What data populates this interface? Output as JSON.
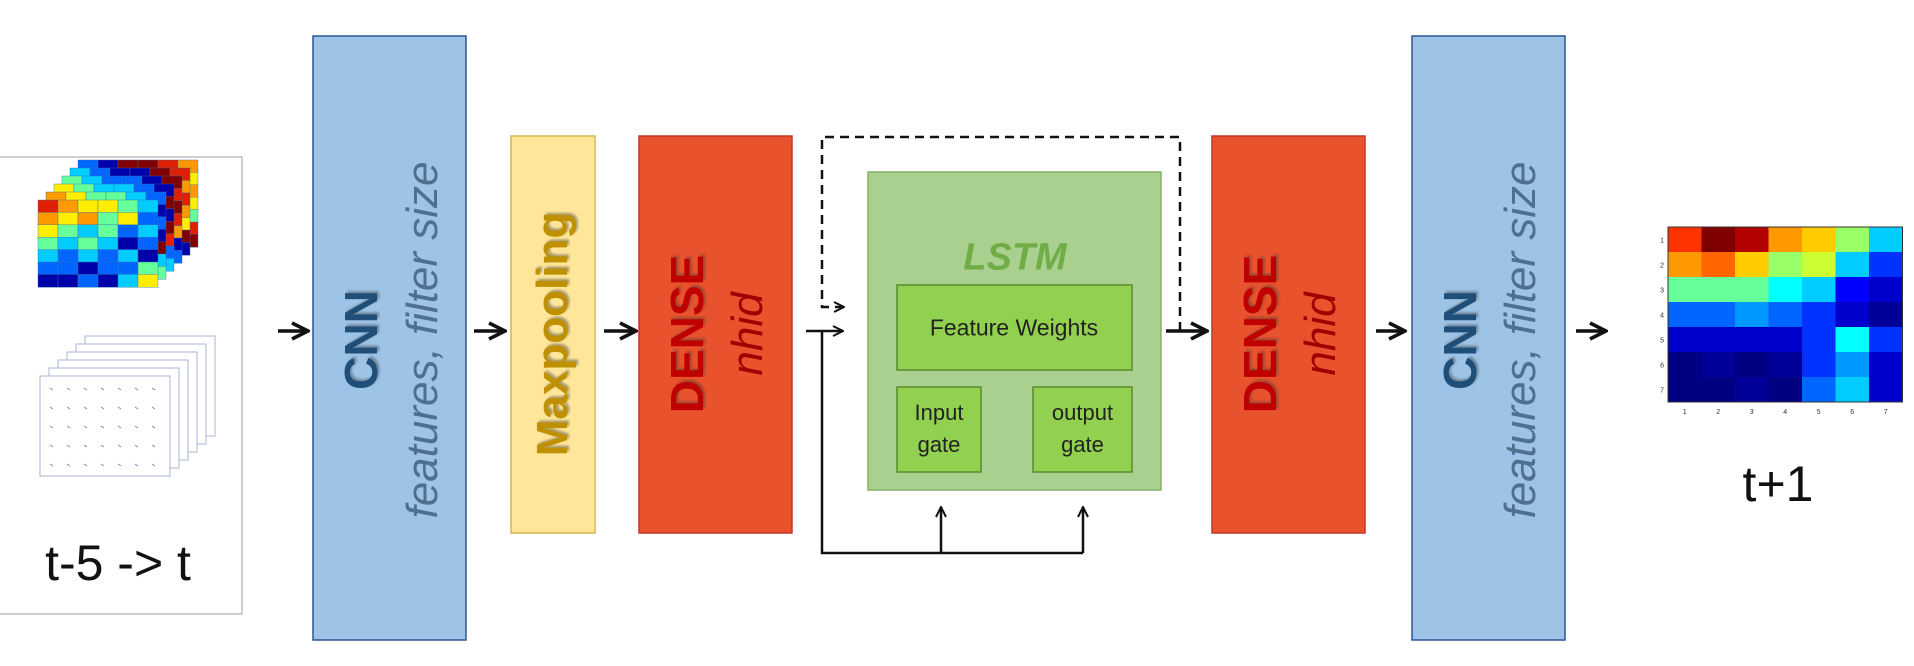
{
  "input": {
    "caption": "t-5 -> t",
    "heatmap": [
      [
        1,
        2,
        3,
        3,
        4,
        5,
        6,
        7
      ],
      [
        2,
        3,
        2,
        4,
        3,
        6,
        5,
        7
      ],
      [
        3,
        4,
        5,
        4,
        6,
        5,
        7,
        6
      ],
      [
        4,
        5,
        4,
        5,
        7,
        6,
        6,
        5
      ],
      [
        5,
        6,
        5,
        6,
        5,
        7,
        5,
        4
      ],
      [
        6,
        6,
        7,
        6,
        6,
        4,
        3,
        4
      ],
      [
        7,
        7,
        6,
        7,
        5,
        3,
        4,
        3
      ]
    ]
  },
  "cnn1": {
    "title": "CNN",
    "subtitle": "features, filter size"
  },
  "maxpool": {
    "title": "Maxpooling"
  },
  "dense1": {
    "title": "DENSE",
    "subtitle": "nhid"
  },
  "lstm": {
    "title": "LSTM",
    "feature_weights": "Feature Weights",
    "input_gate_line1": "Input",
    "input_gate_line2": "gate",
    "output_gate_line1": "output",
    "output_gate_line2": "gate"
  },
  "dense2": {
    "title": "DENSE",
    "subtitle": "nhid"
  },
  "cnn2": {
    "title": "CNN",
    "subtitle": "features, filter size"
  },
  "output": {
    "caption": "t+1",
    "x_ticks": [
      "1",
      "2",
      "3",
      "4",
      "5",
      "6",
      "7"
    ],
    "y_ticks": [
      "1",
      "2",
      "3",
      "4",
      "5",
      "6",
      "7"
    ],
    "heatmap": [
      [
        "#ff3300",
        "#800000",
        "#b30000",
        "#ff9900",
        "#ffcc00",
        "#99ff66",
        "#00ccff"
      ],
      [
        "#ff9900",
        "#ff6600",
        "#ffcc00",
        "#99ff66",
        "#ccff33",
        "#00ccff",
        "#0033ff"
      ],
      [
        "#66ff99",
        "#66ff99",
        "#66ff99",
        "#00ffff",
        "#00ccff",
        "#0000ff",
        "#0000cc"
      ],
      [
        "#0066ff",
        "#0066ff",
        "#0099ff",
        "#0066ff",
        "#0033ff",
        "#0000cc",
        "#000099"
      ],
      [
        "#0000cc",
        "#0000cc",
        "#0000cc",
        "#0000cc",
        "#0033ff",
        "#00ffff",
        "#0033ff"
      ],
      [
        "#000080",
        "#000099",
        "#000080",
        "#000099",
        "#0033ff",
        "#0099ff",
        "#0000cc"
      ],
      [
        "#000080",
        "#000080",
        "#000099",
        "#000080",
        "#0066ff",
        "#00ccff",
        "#0000cc"
      ]
    ]
  },
  "colors": {
    "cnn_fill": "#9dc3e6",
    "cnn_text": "#1f4e79",
    "maxpool_fill": "#ffe699",
    "maxpool_text": "#bf9000",
    "dense_fill": "#e8522c",
    "dense_text": "#c00000",
    "lstm_fill": "#a9d08e",
    "lstm_inner_fill": "#92d050",
    "lstm_title": "#70ad47"
  }
}
